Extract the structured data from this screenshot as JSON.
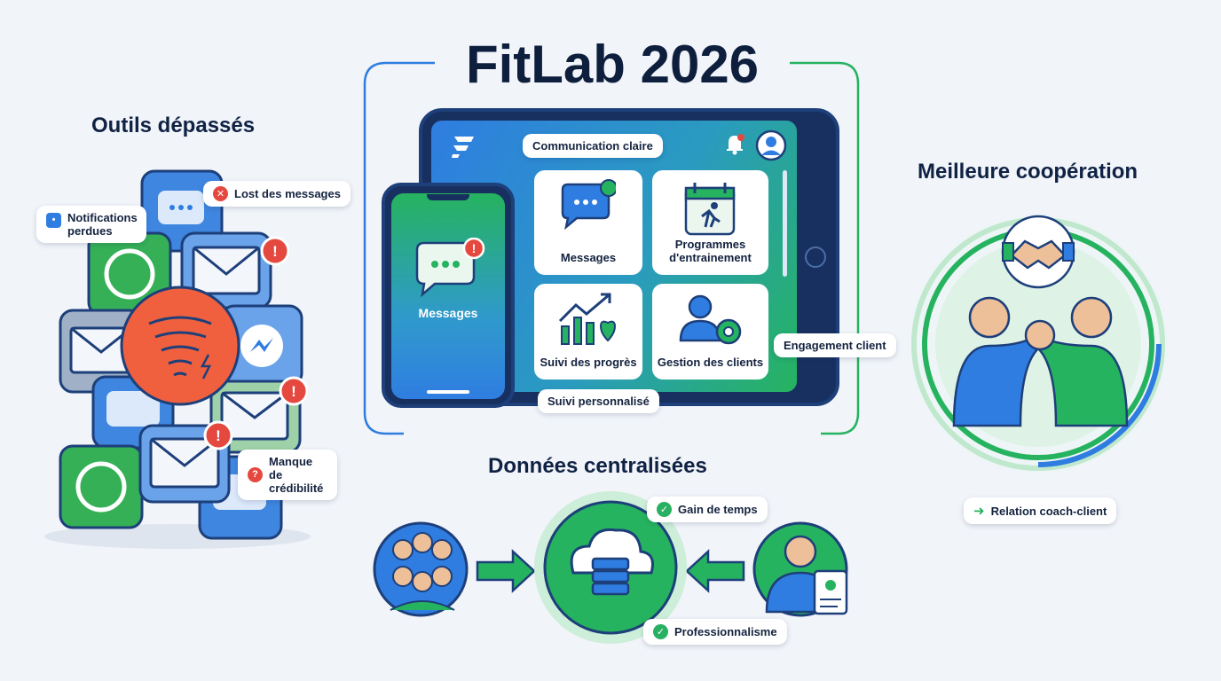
{
  "title": "FitLab 2026",
  "left": {
    "heading": "Outils dépassés",
    "callouts": {
      "lost": "Lost des messages",
      "notifications": "Notifications perdues",
      "credibility": "Manque de crédibilité"
    }
  },
  "center": {
    "tablet_callout": "Communication claire",
    "phone_label": "Messages",
    "cards": [
      "Messages",
      "Programmes d'entrainement",
      "Suivi des progrès",
      "Gestion des clients"
    ],
    "callout_engagement": "Engagement client",
    "callout_suivi": "Suivi personnalisé"
  },
  "right": {
    "heading": "Meilleure coopération",
    "callout": "Relation coach-client"
  },
  "bottom": {
    "heading": "Données centralisées",
    "callout_time": "Gain de temps",
    "callout_pro": "Professionnalisme"
  },
  "colors": {
    "navy": "#1d3f7a",
    "blue": "#2f7de1",
    "green": "#26b35f",
    "red": "#e5483f"
  }
}
